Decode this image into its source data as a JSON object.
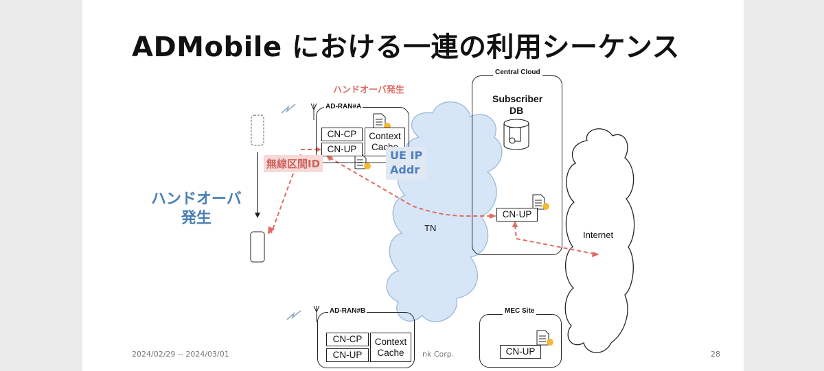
{
  "slide": {
    "title": "ADMobile における一連の利用シーケンス",
    "footer_date": "2024/02/29 -- 2024/03/01",
    "footer_company": "nk Corp.",
    "page_number": "28"
  },
  "diagram": {
    "handover_event_label": "ハンドオーバ発生",
    "handover_side_label_line1": "ハンドオーバ",
    "handover_side_label_line2": "発生",
    "radio_section_id_tag": "無線区間ID",
    "ue_ip_tag_line1": "UE IP",
    "ue_ip_tag_line2": "Addr",
    "ad_ran_a": {
      "name": "AD-RAN#A",
      "cn_cp": "CN-CP",
      "cn_up": "CN-UP",
      "context_cache": "Context Cache"
    },
    "ad_ran_b": {
      "name": "AD-RAN#B",
      "cn_cp": "CN-CP",
      "cn_up": "CN-UP",
      "context_cache_line1": "Context",
      "context_cache_line2": "Cache"
    },
    "central_cloud": {
      "name": "Central Cloud",
      "subscriber_db_line1": "Subscriber",
      "subscriber_db_line2": "DB",
      "cn_up": "CN-UP"
    },
    "mec_site": {
      "name": "MEC Site",
      "cn_up": "CN-UP"
    },
    "tn_label": "TN",
    "internet_label": "Internet"
  },
  "colors": {
    "accent_red": "#e06a62",
    "accent_blue": "#4a7fb5",
    "cloud_fill": "#d6e6f7",
    "cloud_stroke": "#9bb8db",
    "badge_orange": "#f5b833"
  }
}
